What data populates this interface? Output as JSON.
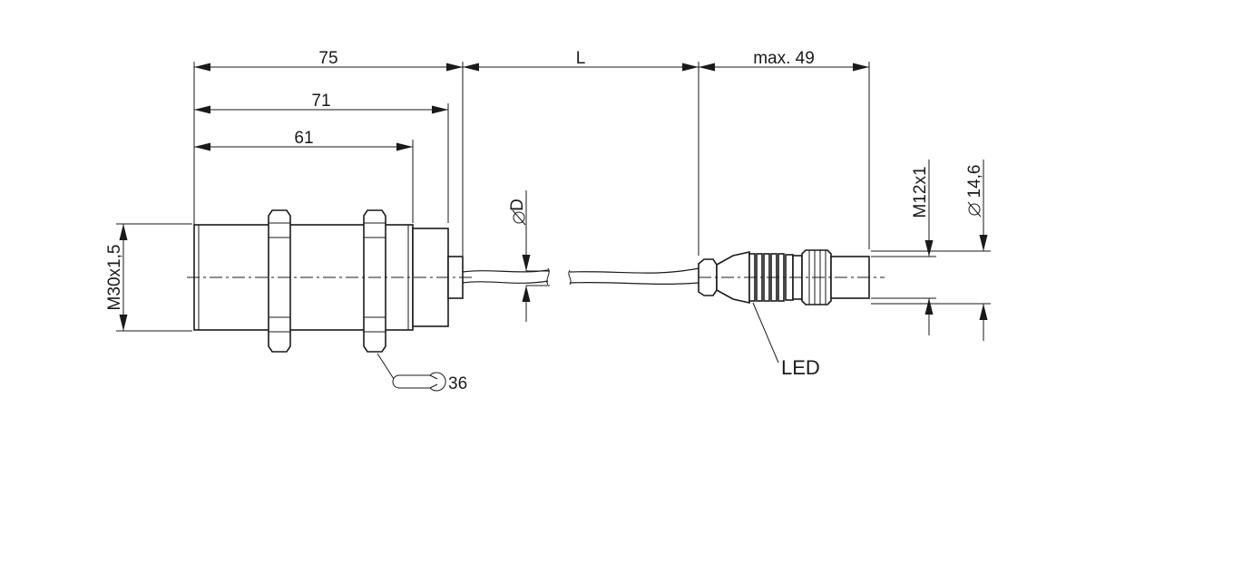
{
  "dimensions": {
    "overall_length": "75",
    "thread_length_71": "71",
    "thread_length_61": "61",
    "cable_length": "L",
    "connector_length": "max. 49",
    "cable_diameter": "D",
    "housing_thread": "M30x1,5",
    "connector_thread": "M12x1",
    "connector_diameter": "14,6",
    "wrench_size": "36"
  },
  "labels": {
    "led": "LED"
  },
  "colors": {
    "line": "#1a1a1a",
    "background": "#ffffff"
  }
}
